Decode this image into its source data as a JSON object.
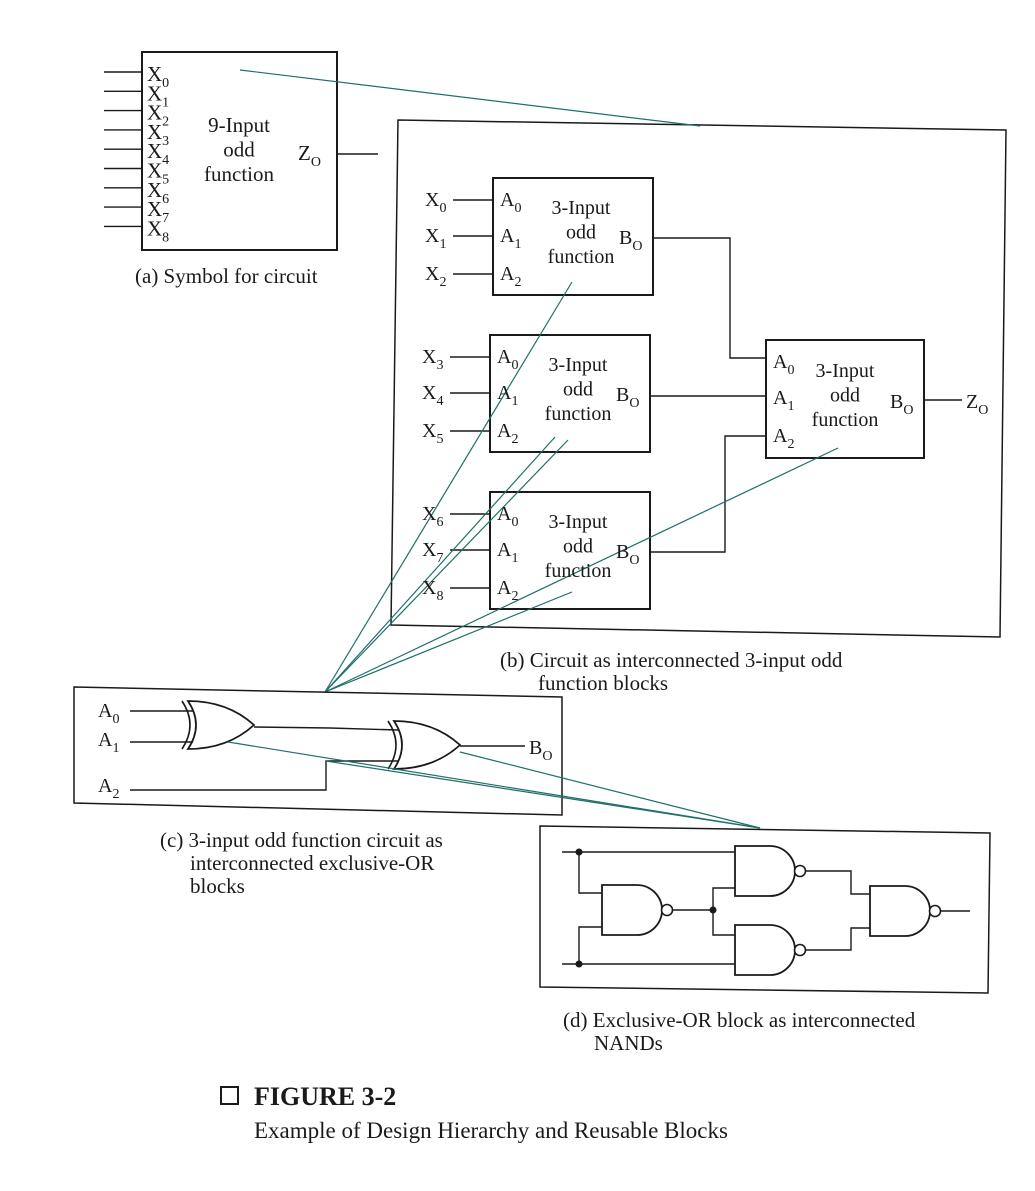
{
  "symbol": {
    "inputs": [
      "X0",
      "X1",
      "X2",
      "X3",
      "X4",
      "X5",
      "X6",
      "X7",
      "X8"
    ],
    "title_lines": [
      "9-Input",
      "odd",
      "function"
    ],
    "output": "ZO",
    "caption": "(a) Symbol for circuit"
  },
  "circuit": {
    "blocks": [
      {
        "inputs": [
          "X0",
          "X1",
          "X2"
        ],
        "pins": [
          "A0",
          "A1",
          "A2"
        ],
        "title_lines": [
          "3-Input",
          "odd",
          "function"
        ],
        "output": "BO"
      },
      {
        "inputs": [
          "X3",
          "X4",
          "X5"
        ],
        "pins": [
          "A0",
          "A1",
          "A2"
        ],
        "title_lines": [
          "3-Input",
          "odd",
          "function"
        ],
        "output": "BO"
      },
      {
        "inputs": [
          "X6",
          "X7",
          "X8"
        ],
        "pins": [
          "A0",
          "A1",
          "A2"
        ],
        "title_lines": [
          "3-Input",
          "odd",
          "function"
        ],
        "output": "BO"
      }
    ],
    "final_block": {
      "pins": [
        "A0",
        "A1",
        "A2"
      ],
      "title_lines": [
        "3-Input",
        "odd",
        "function"
      ],
      "output": "BO",
      "out_label": "ZO"
    },
    "caption_lines": [
      "(b) Circuit as interconnected 3-input odd",
      "function blocks"
    ]
  },
  "xor_circuit": {
    "inputs": [
      "A0",
      "A1",
      "A2"
    ],
    "output": "BO",
    "caption_lines": [
      "(c) 3-input odd function circuit as",
      "interconnected exclusive-OR",
      "blocks"
    ]
  },
  "nand_circuit": {
    "caption_lines": [
      "(d) Exclusive-OR block as interconnected",
      "NANDs"
    ]
  },
  "figure": {
    "title": "FIGURE 3-2",
    "subtitle": "Example of Design Hierarchy and Reusable Blocks"
  },
  "colors": {
    "ink": "#1a1a1a",
    "leader": "#1f6f6a"
  }
}
